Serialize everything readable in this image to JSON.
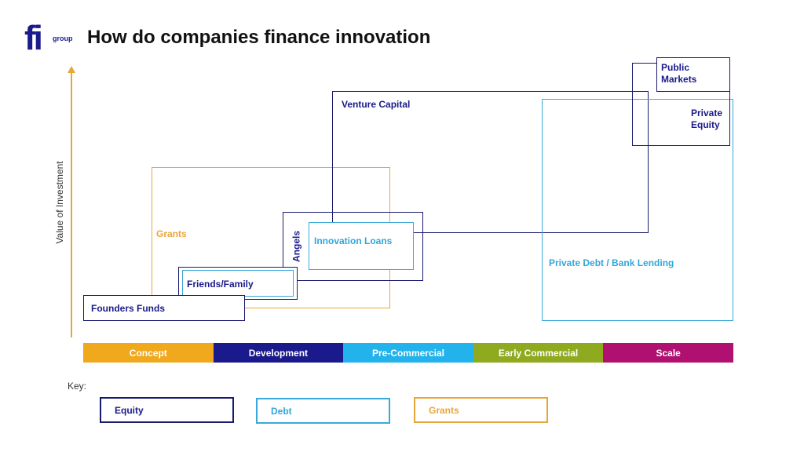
{
  "logo": {
    "mark": "fi",
    "sub": "group"
  },
  "title": "How do companies finance innovation",
  "axis": {
    "y_label": "Value of Investment"
  },
  "boxes": {
    "founders_funds": "Founders Funds",
    "friends_family": "Friends/Family",
    "grants": "Grants",
    "angels": "Angels",
    "innovation_loans": "Innovation Loans",
    "venture_capital": "Venture Capital",
    "private_debt": "Private Debt / Bank Lending",
    "public_markets": "Public Markets",
    "private_equity": "Private Equity"
  },
  "stages": [
    {
      "label": "Concept",
      "color": "#f0a81c"
    },
    {
      "label": "Development",
      "color": "#1a1a8c"
    },
    {
      "label": "Pre-Commercial",
      "color": "#22b3ec"
    },
    {
      "label": "Early Commercial",
      "color": "#8faa1f"
    },
    {
      "label": "Scale",
      "color": "#b0106f"
    }
  ],
  "key": {
    "title": "Key:",
    "equity": "Equity",
    "debt": "Debt",
    "grants": "Grants"
  },
  "colors": {
    "equity": "#1a1a6e",
    "debt": "#3aa8d8",
    "grants": "#e8a63a",
    "axis": "#e8a63a"
  }
}
